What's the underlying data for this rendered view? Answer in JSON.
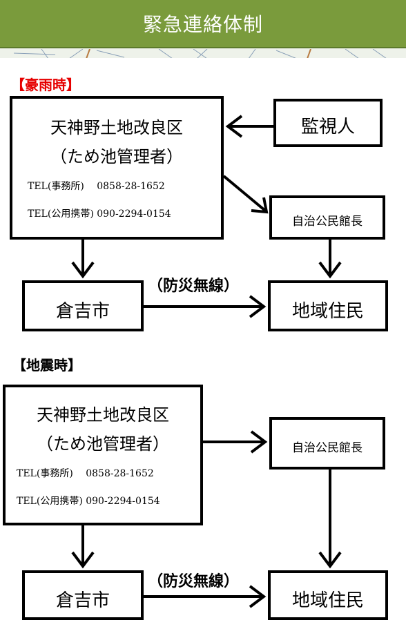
{
  "header": {
    "title": "緊急連絡体制"
  },
  "colors": {
    "banner": "#7a9b3c",
    "rain_label": "#e60000",
    "quake_label": "#000000",
    "line": "#000000"
  },
  "rain": {
    "label": "【豪雨時】",
    "manager": {
      "line1": "天神野土地改良区",
      "line2": "（ため池管理者）",
      "tel_office": "TEL(事務所)　 0858-28-1652",
      "tel_mobile": "TEL(公用携帯) 090-2294-0154"
    },
    "watcher": "監視人",
    "chief": "自治公民館長",
    "city": "倉吉市",
    "residents": "地域住民",
    "radio": "（防災無線）"
  },
  "quake": {
    "label": "【地震時】",
    "manager": {
      "line1": "天神野土地改良区",
      "line2": "（ため池管理者）",
      "tel_office": "TEL(事務所)　 0858-28-1652",
      "tel_mobile": "TEL(公用携帯) 090-2294-0154"
    },
    "chief": "自治公民館長",
    "city": "倉吉市",
    "residents": "地域住民",
    "radio": "（防災無線）"
  }
}
